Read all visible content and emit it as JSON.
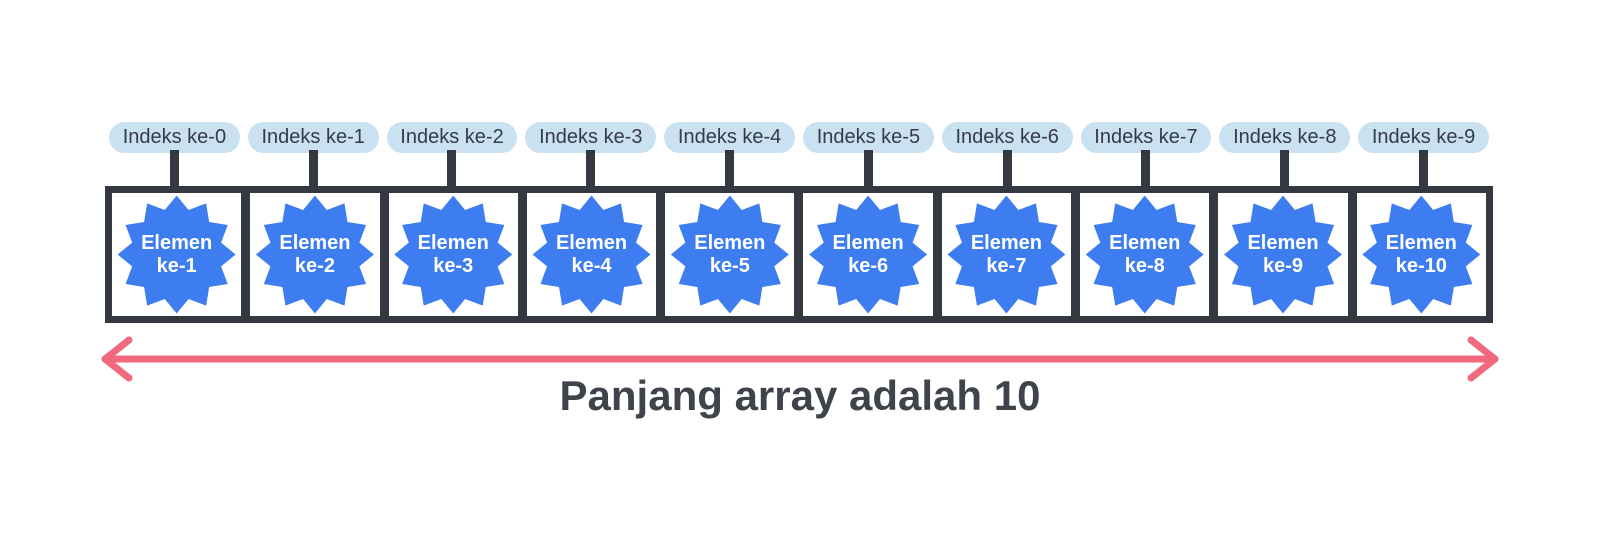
{
  "caption": "Panjang array adalah 10",
  "index_labels": [
    "Indeks ke-0",
    "Indeks ke-1",
    "Indeks ke-2",
    "Indeks ke-3",
    "Indeks ke-4",
    "Indeks ke-5",
    "Indeks ke-6",
    "Indeks ke-7",
    "Indeks ke-8",
    "Indeks ke-9"
  ],
  "elements": [
    {
      "line1": "Elemen",
      "line2": "ke-1"
    },
    {
      "line1": "Elemen",
      "line2": "ke-2"
    },
    {
      "line1": "Elemen",
      "line2": "ke-3"
    },
    {
      "line1": "Elemen",
      "line2": "ke-4"
    },
    {
      "line1": "Elemen",
      "line2": "ke-5"
    },
    {
      "line1": "Elemen",
      "line2": "ke-6"
    },
    {
      "line1": "Elemen",
      "line2": "ke-7"
    },
    {
      "line1": "Elemen",
      "line2": "ke-8"
    },
    {
      "line1": "Elemen",
      "line2": "ke-9"
    },
    {
      "line1": "Elemen",
      "line2": "ke-10"
    }
  ],
  "colors": {
    "star_blue": "#3D7DF0",
    "pill_bg": "#C9E1F0",
    "pill_text": "#353C47",
    "frame_dark": "#343840",
    "arrow_pink": "#F0697F",
    "caption_text": "#3E434C",
    "element_text": "#FFFFFF",
    "background": "#FFFFFF"
  }
}
